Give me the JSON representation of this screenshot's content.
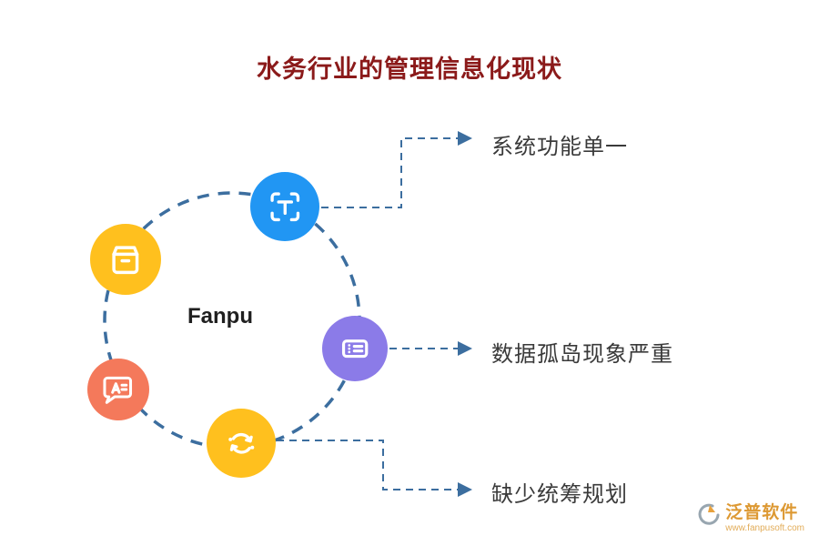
{
  "title": "水务行业的管理信息化现状",
  "diagram": {
    "center_label": "Fanpu",
    "circle_color": "#3C6E9F",
    "nodes": [
      {
        "icon": "scan-text-icon",
        "color": "#2196F3"
      },
      {
        "icon": "storage-box-icon",
        "color": "#FFC01E"
      },
      {
        "icon": "translate-chat-icon",
        "color": "#F4795B"
      },
      {
        "icon": "sync-icon",
        "color": "#FFC01E"
      },
      {
        "icon": "ticket-icon",
        "color": "#8B7BE8"
      }
    ]
  },
  "annotations": [
    {
      "text": "系统功能单一"
    },
    {
      "text": "数据孤岛现象严重"
    },
    {
      "text": "缺少统筹规划"
    }
  ],
  "logo": {
    "name": "泛普软件",
    "url": "www.fanpusoft.com",
    "color": "#DD9933"
  },
  "colors": {
    "title": "#8B1A1A",
    "connector": "#3C6E9F",
    "label_text": "#3A3A3A"
  }
}
